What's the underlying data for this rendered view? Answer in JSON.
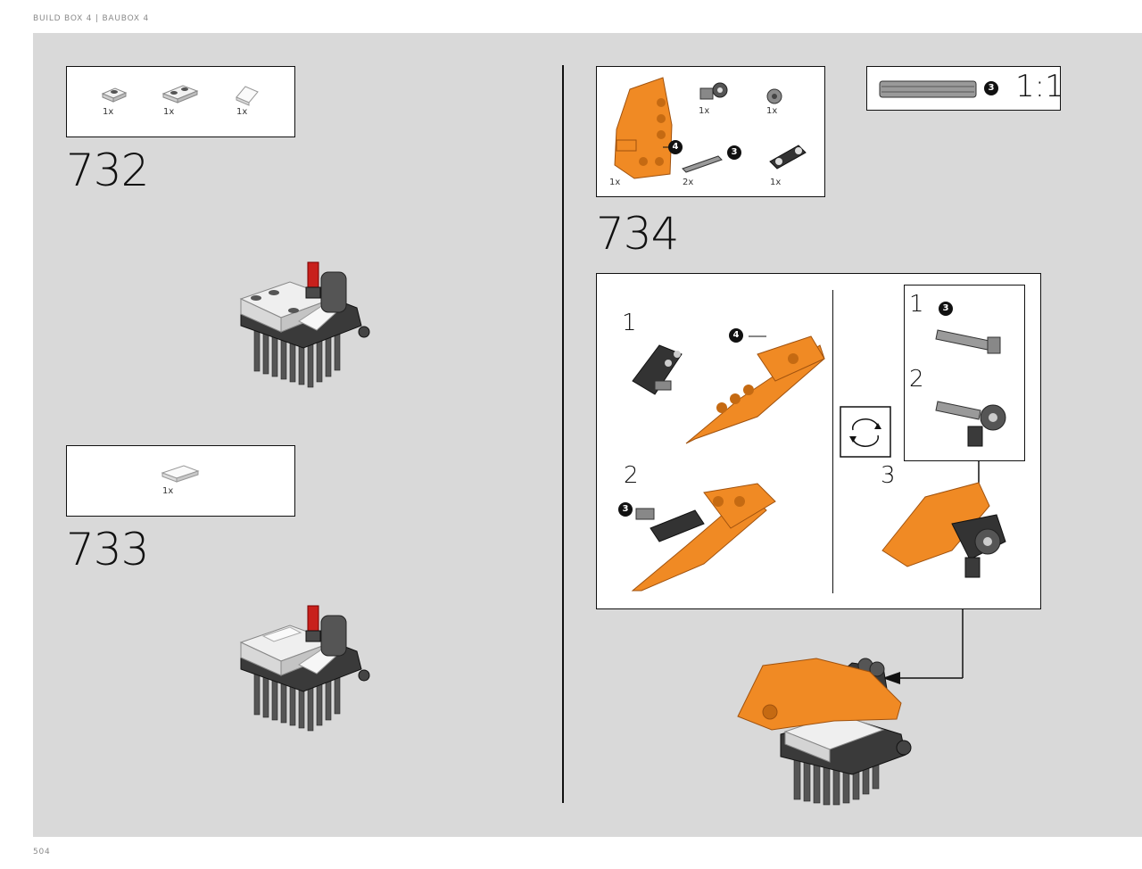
{
  "header": "BUILD BOX 4  |  BAUBOX 4",
  "page_number": "504",
  "step_732": {
    "number": "732",
    "parts": [
      {
        "qty": "1x"
      },
      {
        "qty": "1x"
      },
      {
        "qty": "1x"
      }
    ]
  },
  "step_733": {
    "number": "733",
    "parts": [
      {
        "qty": "1x"
      }
    ]
  },
  "step_734": {
    "number": "734",
    "parts": [
      {
        "qty": "1x"
      },
      {
        "qty": "1x"
      },
      {
        "qty": "1x"
      },
      {
        "qty": "2x"
      },
      {
        "qty": "1x"
      }
    ],
    "badges": {
      "frame": "4",
      "axle": "3"
    },
    "scale": {
      "badge": "3",
      "ratio": "1:1"
    },
    "callout": {
      "sub1": "1",
      "sub2": "2",
      "sub3": "3",
      "inner1": "1",
      "inner2": "2",
      "badge_a": "4",
      "badge_b": "3",
      "badge_c": "3"
    }
  },
  "colors": {
    "orange": "#f08a24",
    "dark": "#3a3a3a",
    "red": "#c8201c",
    "background": "#d9d9d9"
  }
}
